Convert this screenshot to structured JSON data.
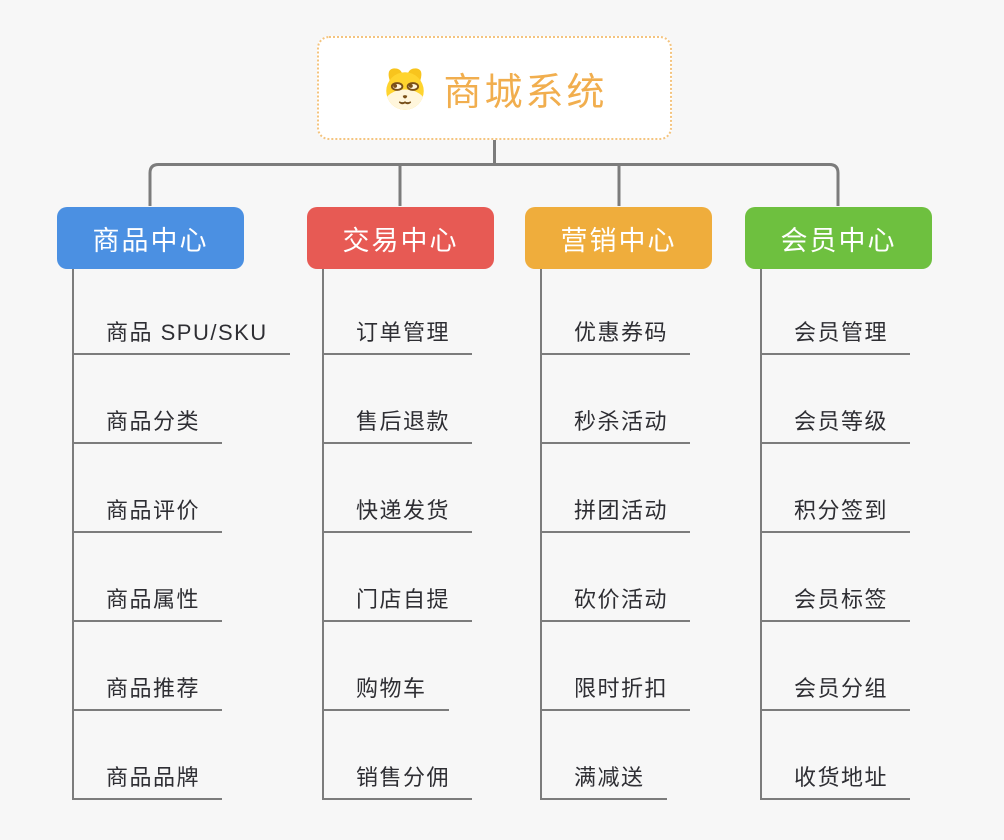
{
  "app": {
    "background_color": "#f7f7f7",
    "connector_color": "#7c7c7c"
  },
  "root": {
    "label": "商城系统",
    "icon": "doge-icon",
    "text_color": "#f1ae4e",
    "border_color": "#f4c47f"
  },
  "branches": [
    {
      "label": "商品中心",
      "color": "#4b90e2",
      "children": [
        "商品 SPU/SKU",
        "商品分类",
        "商品评价",
        "商品属性",
        "商品推荐",
        "商品品牌"
      ]
    },
    {
      "label": "交易中心",
      "color": "#e75a54",
      "children": [
        "订单管理",
        "售后退款",
        "快递发货",
        "门店自提",
        "购物车",
        "销售分佣"
      ]
    },
    {
      "label": "营销中心",
      "color": "#efad3c",
      "children": [
        "优惠券码",
        "秒杀活动",
        "拼团活动",
        "砍价活动",
        "限时折扣",
        "满减送"
      ]
    },
    {
      "label": "会员中心",
      "color": "#6ec03f",
      "children": [
        "会员管理",
        "会员等级",
        "积分签到",
        "会员标签",
        "会员分组",
        "收货地址"
      ]
    }
  ]
}
